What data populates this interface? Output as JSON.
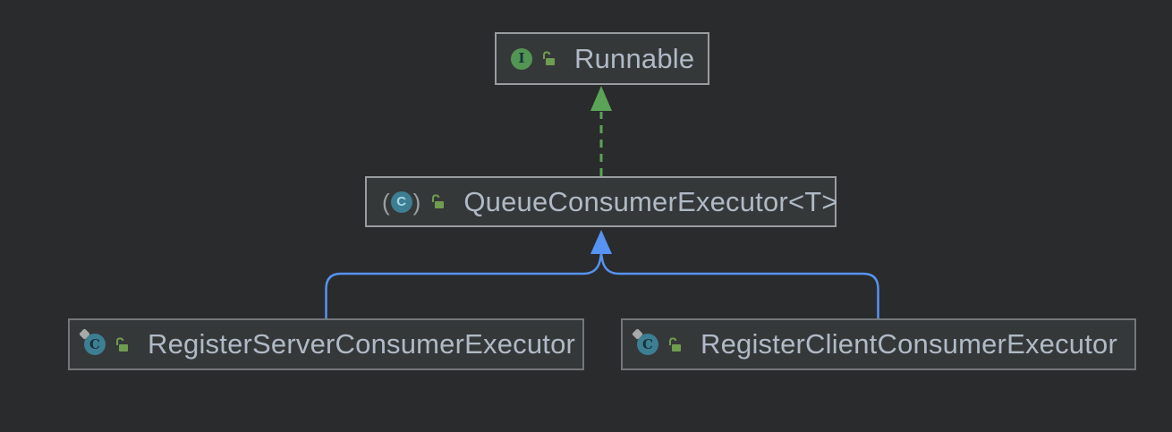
{
  "diagram": {
    "tool": "uml-class-diagram",
    "nodes": [
      {
        "id": "runnable",
        "label": "Runnable",
        "kind": "interface",
        "visibility": "public"
      },
      {
        "id": "queue-consumer-executor",
        "label": "QueueConsumerExecutor<T>",
        "kind": "abstract-class",
        "visibility": "public"
      },
      {
        "id": "register-server-consumer-executor",
        "label": "RegisterServerConsumerExecutor",
        "kind": "class",
        "visibility": "public"
      },
      {
        "id": "register-client-consumer-executor",
        "label": "RegisterClientConsumerExecutor",
        "kind": "class",
        "visibility": "public"
      }
    ],
    "edges": [
      {
        "from": "QueueConsumerExecutor<T>",
        "to": "Runnable",
        "type": "implements",
        "style": "dashed",
        "color": "#5ba357"
      },
      {
        "from": "RegisterServerConsumerExecutor",
        "to": "QueueConsumerExecutor<T>",
        "type": "extends",
        "style": "solid",
        "color": "#5693f2"
      },
      {
        "from": "RegisterClientConsumerExecutor",
        "to": "QueueConsumerExecutor<T>",
        "type": "extends",
        "style": "solid",
        "color": "#5693f2"
      }
    ],
    "icon_letters": {
      "interface": "I",
      "class": "C",
      "abstract_class": "C",
      "paren_open": "(",
      "paren_close": ")"
    },
    "colors": {
      "background": "#2a2b2c",
      "node_fill": "#353839",
      "node_border_bright": "#9a9da0",
      "node_border_dim": "#747779",
      "label_text": "#afbac6",
      "edge_implements_green": "#5ba357",
      "edge_extends_blue": "#5693f2",
      "interface_icon_green": "#539553",
      "class_icon_teal": "#3d7e92",
      "lock_green": "#6f9d4f",
      "paren_gray": "#9da0a2"
    }
  }
}
